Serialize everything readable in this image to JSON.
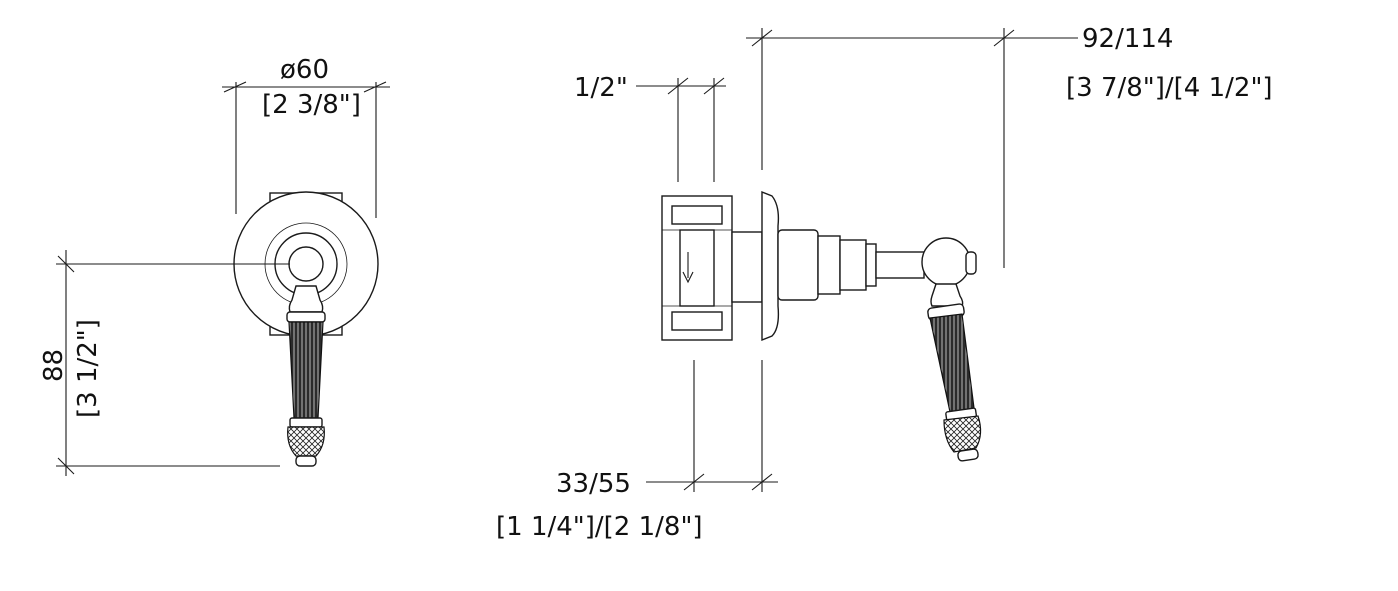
{
  "dimensions": {
    "front_diameter": {
      "metric": "ø60",
      "imperial": "[2 3/8\"]"
    },
    "front_height": {
      "metric": "88",
      "imperial": "[3 1/2\"]"
    },
    "side_thread": {
      "label": "1/2\""
    },
    "side_projection": {
      "metric": "92/114",
      "imperial": "[3 7/8\"]/[4 1/2\"]"
    },
    "side_depth": {
      "metric": "33/55",
      "imperial": "[1 1/4\"]/[2 1/8\"]"
    }
  },
  "colors": {
    "line": "#1a1a1a",
    "handle_fill": "#2a2a2a",
    "background": "#ffffff"
  }
}
